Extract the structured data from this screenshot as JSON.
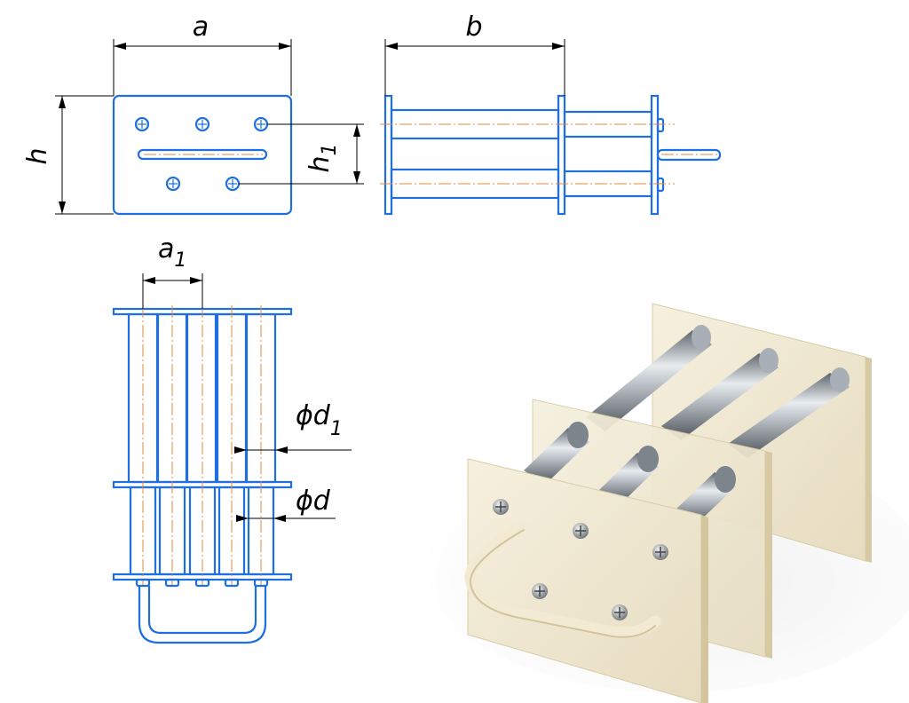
{
  "dimensions": {
    "a": "a",
    "b": "b",
    "h": "h",
    "h1": {
      "base": "h",
      "sub": "1"
    },
    "a1": {
      "base": "a",
      "sub": "1"
    },
    "phi_d1": {
      "base": "ϕd",
      "sub": "1"
    },
    "phi_d": {
      "base": "ϕd",
      "sub": ""
    }
  },
  "colors": {
    "drawing_line": "#1f6fe0",
    "axis_line": "#e0883b",
    "dimension_line": "#000000",
    "plate_cream": "#efe6cc",
    "rod_steel": "#9aa3ad"
  }
}
